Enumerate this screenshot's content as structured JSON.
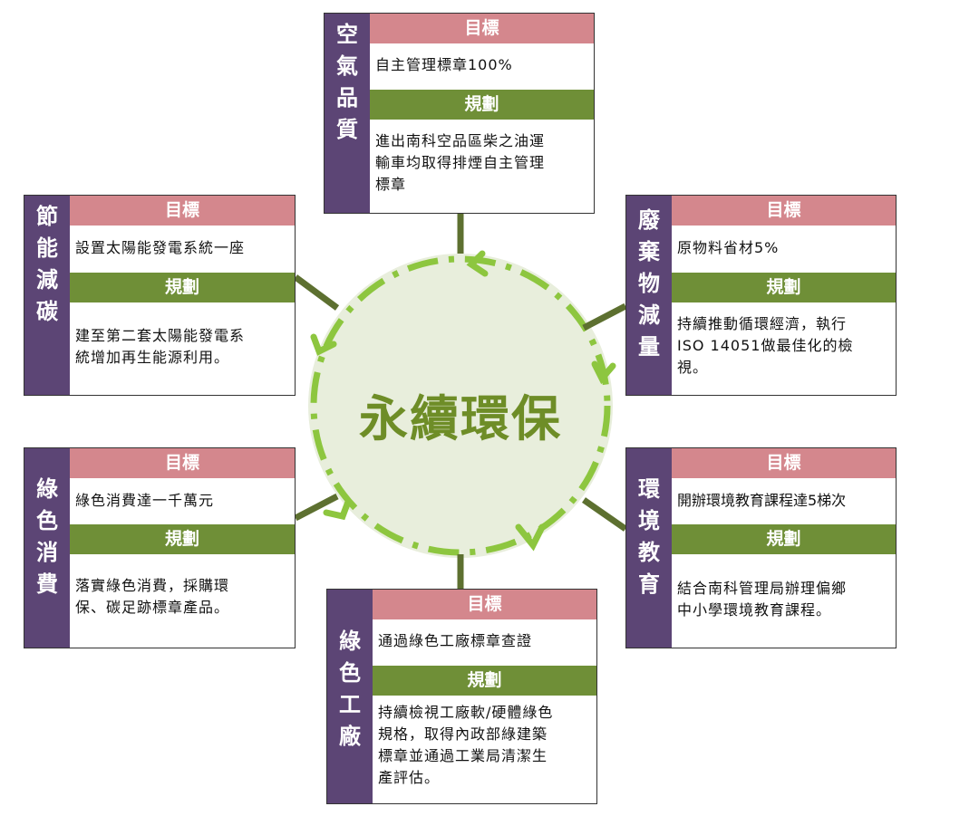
{
  "center": {
    "title": "永續環保"
  },
  "colors": {
    "side": "#5c4575",
    "goal_header": "#d4878d",
    "plan_header": "#6f8f37",
    "circle_fill": "#e8eedc",
    "circle_dash": "#8dc63f",
    "connector": "#5d7030",
    "title_text": "#6e8d27"
  },
  "labels": {
    "goal": "目標",
    "plan": "規劃"
  },
  "topics": {
    "air": {
      "chars": [
        "空",
        "氣",
        "品",
        "質"
      ],
      "goal": "自主管理標章100%",
      "plan": [
        "進出南科空品區柴之油運",
        "輸車均取得排煙自主管理",
        "標章"
      ]
    },
    "energy": {
      "chars": [
        "節",
        "能",
        "減",
        "碳"
      ],
      "goal": "設置太陽能發電系統一座",
      "plan": [
        "建至第二套太陽能發電系",
        "統增加再生能源利用。"
      ]
    },
    "waste": {
      "chars": [
        "廢",
        "棄",
        "物",
        "減",
        "量"
      ],
      "goal": "原物料省材5%",
      "plan": [
        "持續推動循環經濟，執行",
        "ISO 14051做最佳化的檢",
        "視。"
      ]
    },
    "consume": {
      "chars": [
        "綠",
        "色",
        "消",
        "費"
      ],
      "goal": "綠色消費達一千萬元",
      "plan": [
        "落實綠色消費，採購環",
        "保、碳足跡標章產品。"
      ]
    },
    "edu": {
      "chars": [
        "環",
        "境",
        "教",
        "育"
      ],
      "goal": "開辦環境教育課程達5梯次",
      "plan": [
        "結合南科管理局辦理偏鄉",
        "中小學環境教育課程。"
      ]
    },
    "factory": {
      "chars": [
        "綠",
        "色",
        "工",
        "廠"
      ],
      "goal": "通過綠色工廠標章查證",
      "plan": [
        "持續檢視工廠軟/硬體綠色",
        "規格，取得內政部綠建築",
        "標章並通過工業局清潔生",
        "產評估。"
      ]
    }
  }
}
